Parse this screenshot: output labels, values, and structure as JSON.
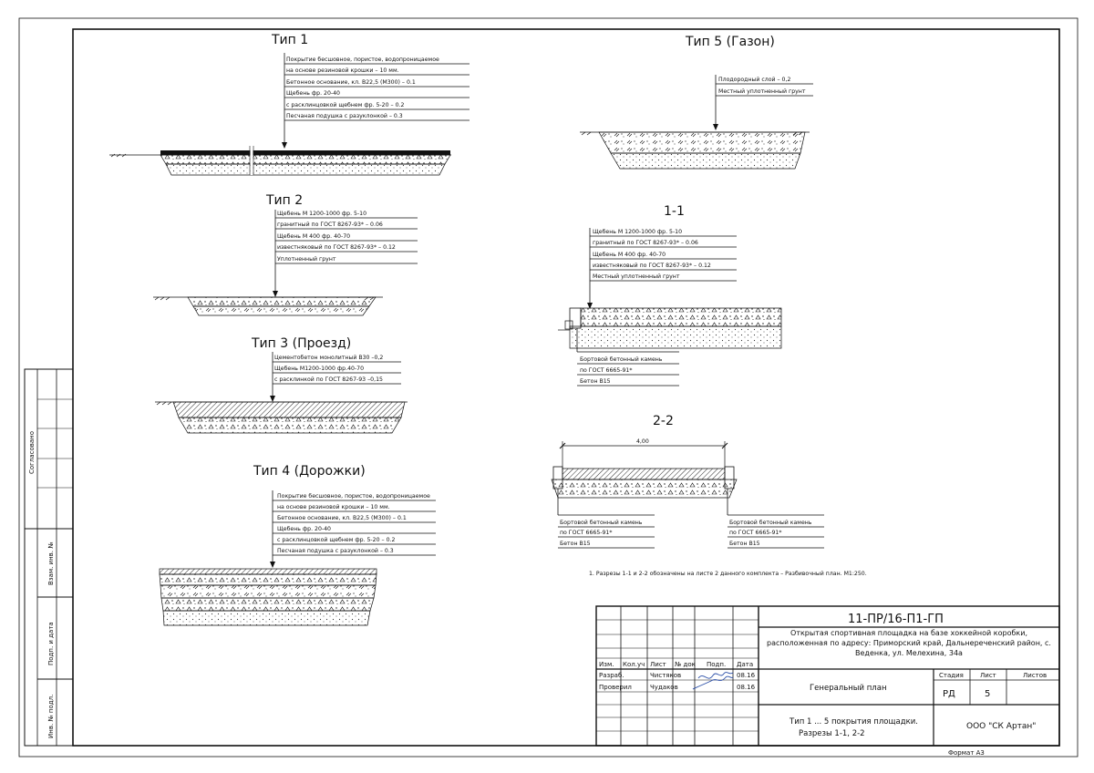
{
  "sections": {
    "type1": {
      "title": "Тип 1",
      "layers": [
        "Покрытие бесшовное, пористое, водопроницаемое",
        "на основе резиновой крошки – 10 мм.",
        "Бетонное основание, кл. В22,5 (М300) – 0.1",
        "Щебень фр. 20-40",
        "с расклинцовкой щебнем фр. 5-20 – 0.2",
        "Песчаная подушка с разуклонкой – 0.3"
      ]
    },
    "type2": {
      "title": "Тип 2",
      "layers": [
        "Щебень М 1200-1000 фр. 5-10",
        "гранитный по ГОСТ 8267-93*      – 0.06",
        "Щебень М 400 фр. 40-70",
        "известняковый по ГОСТ 8267-93*  – 0.12",
        "Уплотненный грунт"
      ]
    },
    "type3": {
      "title": "Тип 3 (Проезд)",
      "layers": [
        "Цементобетон монолитный В30     –0,2",
        "Щебень М1200-1000 фр.40-70",
        "с расклинкой по ГОСТ 8267-93     –0,15"
      ]
    },
    "type4": {
      "title": "Тип 4 (Дорожки)",
      "layers": [
        "Покрытие бесшовное, пористое, водопроницаемое",
        "на основе резиновой крошки – 10 мм.",
        "Бетонное основание, кл. В22,5 (М300) – 0.1",
        "Щебень фр. 20-40",
        "с расклинцовкой щебнем фр. 5-20 – 0.2",
        "Песчаная подушка с разуклонкой – 0.3"
      ]
    },
    "type5": {
      "title": "Тип 5 (Газон)",
      "layers": [
        "Плодородный слой      – 0,2",
        "Местный уплотненный грунт"
      ]
    },
    "section11": {
      "title": "1-1",
      "layers": [
        "Щебень М 1200-1000 фр. 5-10",
        "гранитный по ГОСТ 8267-93*       – 0.06",
        "Щебень М 400 фр. 40-70",
        "известняковый по ГОСТ 8267-93* – 0.12",
        "Местный уплотненный грунт"
      ],
      "curb": [
        "Бортовой бетонный камень",
        "по ГОСТ 6665-91*",
        "Бетон В15"
      ]
    },
    "section22": {
      "title": "2-2",
      "dimension": "4,00",
      "curb_left": [
        "Бортовой бетонный камень",
        "по ГОСТ 6665-91*",
        "Бетон В15"
      ],
      "curb_right": [
        "Бортовой бетонный камень",
        "по ГОСТ 6665-91*",
        "Бетон В15"
      ]
    }
  },
  "note": "1. Разрезы 1-1 и 2-2 обозначены на листе 2 данного комплекта – Разбивочный план. М1:250.",
  "side_labels": {
    "agreed": "Согласовано",
    "replace_inv": "Взам. инв. №",
    "sign_date": "Подп. и дата",
    "inv_orig": "Инв. № подл."
  },
  "stamp": {
    "doc_code": "11-ПР/16-П1-ГП",
    "project": "Открытая спортивная площадка на базе хоккейной коробки, расположенная по адресу: Приморский край, Дальнереченский район, с. Веденка, ул. Мелехина, 34а",
    "col_headers": [
      "Изм.",
      "Кол.уч",
      "Лист",
      "№ док",
      "Подп.",
      "Дата"
    ],
    "roles": [
      {
        "role": "Разраб.",
        "name": "Чистяков",
        "date": "08.16"
      },
      {
        "role": "Проверил",
        "name": "Чудаков",
        "date": "08.16"
      }
    ],
    "sheet_title": "Генеральный план",
    "stage_label": "Стадия",
    "sheet_label": "Лист",
    "sheets_label": "Листов",
    "stage": "РД",
    "sheet": "5",
    "drawing_name_1": "Тип 1 ... 5 покрытия площадки.",
    "drawing_name_2": "Разрезы 1-1, 2-2",
    "company": "ООО \"СК Артан\"",
    "format": "Формат А3"
  }
}
